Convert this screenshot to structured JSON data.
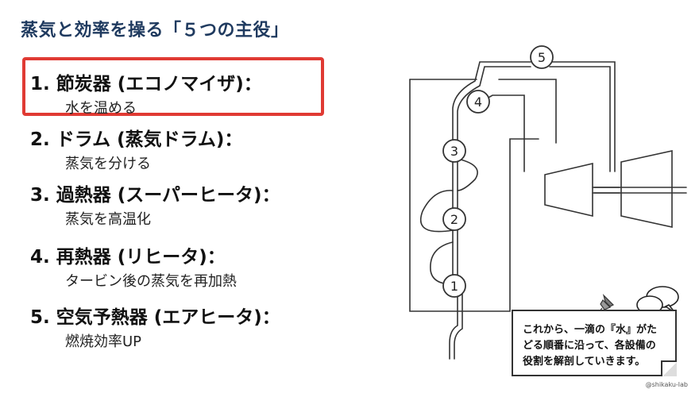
{
  "title": "蒸気と効率を操る「５つの主役」",
  "items": [
    {
      "num": "1.",
      "name": "節炭器 (エコノマイザ)：",
      "desc": "水を温める"
    },
    {
      "num": "2.",
      "name": "ドラム (蒸気ドラム)：",
      "desc": "蒸気を分ける"
    },
    {
      "num": "3.",
      "name": "過熱器 (スーパーヒータ)：",
      "desc": "蒸気を高温化"
    },
    {
      "num": "4.",
      "name": "再熱器 (リヒータ)：",
      "desc": "タービン後の蒸気を再加熱"
    },
    {
      "num": "5.",
      "name": "空気予熱器 (エアヒータ)：",
      "desc": "燃焼効率UP"
    }
  ],
  "diagram": {
    "markers": [
      "1",
      "2",
      "3",
      "4",
      "5"
    ]
  },
  "note": {
    "lines": [
      "これから、一滴の『水』がた",
      "どる順番に沿って、各設備の",
      "役割を解剖していきます。"
    ]
  },
  "credit": "@shikaku-lab",
  "colors": {
    "title": "#1f3a5f",
    "highlight": "#e03a33"
  }
}
